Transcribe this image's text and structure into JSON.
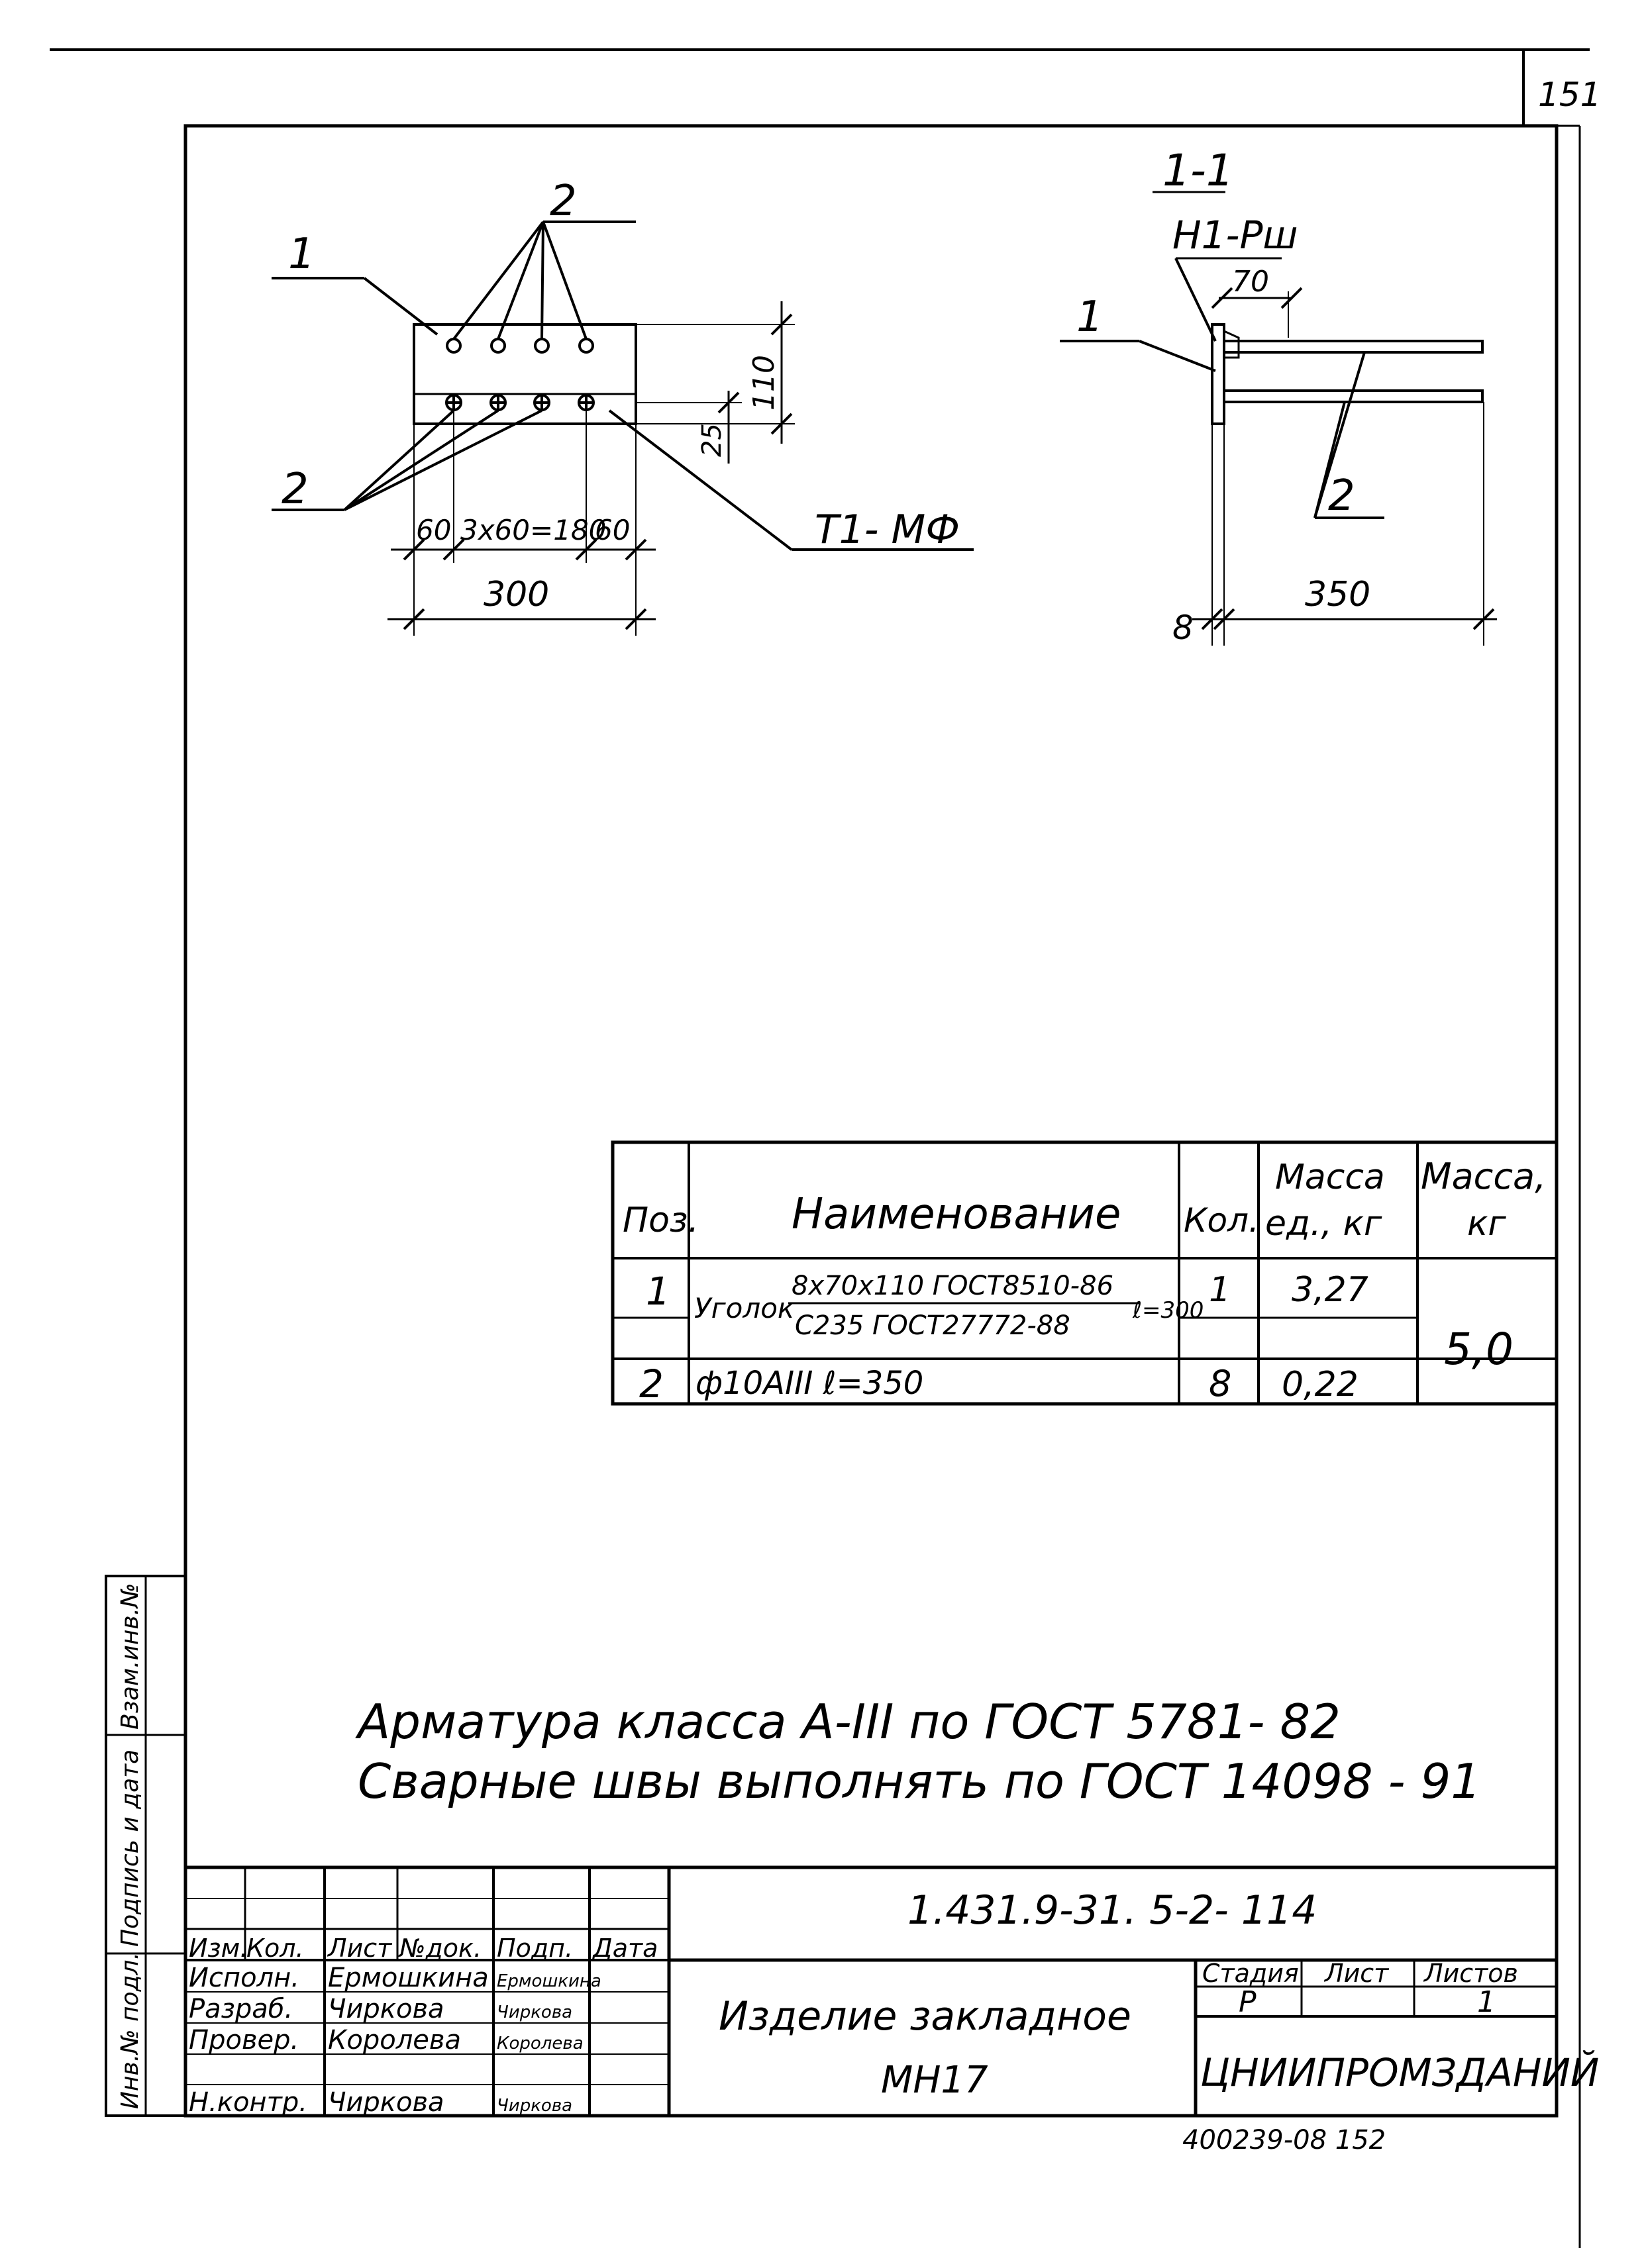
{
  "sheet_number": "151",
  "view_a": {
    "callout_pos1": "1",
    "callout_pos2_top": "2",
    "callout_pos2_bottom": "2",
    "weld_mark": "Т1- МФ",
    "dim_height": "110",
    "dim_offset": "25",
    "dim_left": "60",
    "dim_mid": "3х60=180",
    "dim_right": "60",
    "dim_total": "300"
  },
  "section_1_1": {
    "title": "1-1",
    "weld_mark": "Н1-Рш",
    "dim_leg": "70",
    "callout_pos1": "1",
    "callout_pos2": "2",
    "dim_thickness": "8",
    "dim_length": "350"
  },
  "spec_table": {
    "headers": {
      "pos": "Поз.",
      "name": "Наименование",
      "qty": "Кол.",
      "unit_mass_1": "Масса",
      "unit_mass_2": "ед., кг",
      "mass_1": "Масса,",
      "mass_2": "кг"
    },
    "rows": [
      {
        "pos": "1",
        "name_prefix": "Уголок",
        "name_top": "8х70х110 ГОСТ8510-86",
        "name_bottom": "С235 ГОСТ27772-88",
        "name_suffix": "ℓ=300",
        "qty": "1",
        "unit_mass": "3,27"
      },
      {
        "pos": "2",
        "name": "ф10АIII ℓ=350",
        "qty": "8",
        "unit_mass": "0,22"
      }
    ],
    "total_mass": "5,0"
  },
  "notes": [
    "Арматура класса А-III по ГОСТ 5781- 82",
    "Сварные швы выполнять по ГОСТ 14098 - 91"
  ],
  "side_stamp": {
    "col1": "Взам.инв.№",
    "col2": "Подпись и дата",
    "col3": "Инв.№ подл."
  },
  "title_block": {
    "designation": "1.431.9-31. 5-2- 114",
    "header_cols": [
      "Изм.",
      "Кол.",
      "Лист",
      "№док.",
      "Подп.",
      "Дата"
    ],
    "roles": [
      {
        "role": "Исполн.",
        "name": "Ермошкина",
        "sign": "Ермошкина"
      },
      {
        "role": "Разраб.",
        "name": "Чиркова",
        "sign": "Чиркова"
      },
      {
        "role": "Провер.",
        "name": "Королева",
        "sign": "Королева"
      },
      {
        "role": "Н.контр.",
        "name": "Чиркова",
        "sign": "Чиркова"
      }
    ],
    "product_name_1": "Изделие закладное",
    "product_name_2": "МН17",
    "stage_label": "Стадия",
    "sheet_label": "Лист",
    "sheets_label": "Листов",
    "stage": "Р",
    "sheets": "1",
    "organization": "ЦНИИПРОМЗДАНИЙ"
  },
  "footer_number": "400239-08  152"
}
